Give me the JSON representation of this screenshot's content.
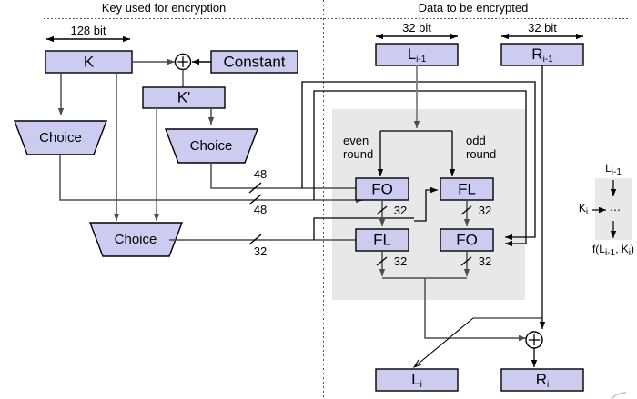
{
  "diagram": {
    "title_left": "Key used for encryption",
    "title_right": "Data to be encrypted",
    "colors": {
      "box_fill": "#ccccf0",
      "box_stroke": "#000000",
      "panel_fill": "#e8e8e8",
      "wire_dark": "#444444",
      "wire_black": "#000000",
      "divider": "#666666",
      "background": "#ffffff"
    }
  },
  "key_section": {
    "width_label": "128 bit",
    "boxes": {
      "k": "K",
      "k_prime": "K'",
      "constant": "Constant",
      "choice_1": "Choice",
      "choice_2": "Choice",
      "choice_3": "Choice"
    },
    "xor_symbol": "+",
    "bus_labels": {
      "upper_48": "48",
      "lower_48": "48",
      "lower_32": "32"
    }
  },
  "data_section": {
    "width_label_left": "32 bit",
    "width_label_right": "32 bit",
    "input_left": {
      "base": "L",
      "sub": "i-1"
    },
    "input_right": {
      "base": "R",
      "sub": "i-1"
    },
    "output_left": {
      "base": "L",
      "sub": "i"
    },
    "output_right": {
      "base": "R",
      "sub": "i"
    },
    "branch_even": {
      "line1": "even",
      "line2": "round"
    },
    "branch_odd": {
      "line1": "odd",
      "line2": "round"
    },
    "functions": {
      "even_top": "FO",
      "even_bottom": "FL",
      "odd_top": "FL",
      "odd_bottom": "FO"
    },
    "wire_labels": {
      "fo_even_out": "32",
      "fl_even_out": "32",
      "fl_odd_out": "32",
      "fo_odd_out": "32"
    },
    "xor_symbol": "+"
  },
  "legend": {
    "input": {
      "base": "L",
      "sub": "i-1"
    },
    "key_input": {
      "base": "K",
      "sub": "i"
    },
    "body": "⋯",
    "output_prefix": "f(L",
    "output_sub1": "i-1",
    "output_mid": ", K",
    "output_sub2": "i",
    "output_suffix": ")"
  }
}
